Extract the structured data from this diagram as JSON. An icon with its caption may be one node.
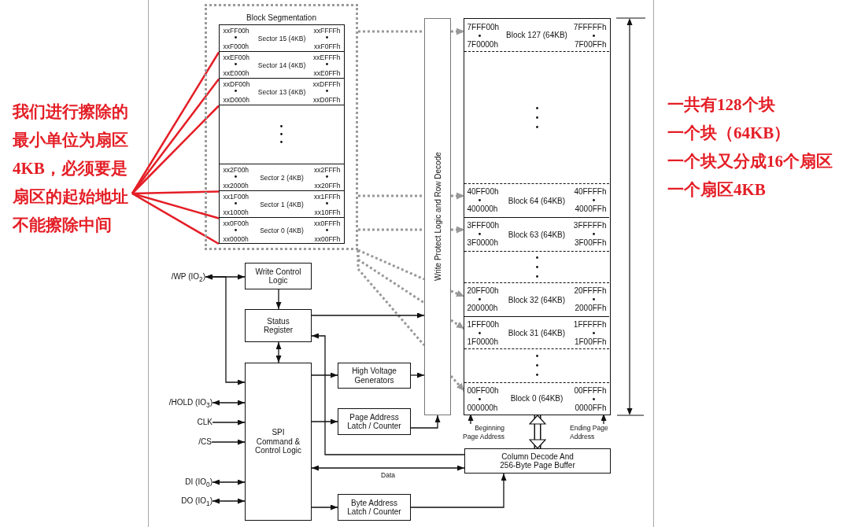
{
  "diagram": {
    "nodes": [
      {
        "text": [
          "Block Segmentation"
        ]
      },
      {
        "text": [
          "xxFF00h",
          "Sector 15 (4KB)",
          "xxFFFFh",
          "xxF000h",
          "xxF0FFh"
        ],
        "in": 0
      },
      {
        "text": [
          "xxEF00h",
          "Sector 14 (4KB)",
          "xxEFFFh",
          "xxE000h",
          "xxE0FFh"
        ],
        "in": 0
      },
      {
        "text": [
          "xxDF00h",
          "Sector 13 (4KB)",
          "xxDFFFh",
          "xxD000h",
          "xxD0FFh"
        ],
        "in": 0
      },
      {
        "text": [],
        "shape": "box",
        "in": 0
      },
      {
        "text": [
          "xx2F00h",
          "Sector 2 (4KB)",
          "xx2FFFh",
          "xx2000h",
          "xx20FFh"
        ],
        "in": 0
      },
      {
        "text": [
          "xx1F00h",
          "Sector 1 (4KB)",
          "xx1FFFh",
          "xx1000h",
          "xx10FFh"
        ],
        "in": 0
      },
      {
        "text": [
          "xx0F00h",
          "Sector 0 (4KB)",
          "xx0FFFh",
          "xx0000h",
          "xx00FFh"
        ],
        "in": 0
      },
      {
        "text": [
          "Write Protect Logic and Row Decode"
        ]
      },
      {
        "text": [],
        "shape": "box"
      },
      {
        "text": [
          "7FFF00h",
          "Block 127 (64KB)",
          "7FFFFFh",
          "7F0000h",
          "7F00FFh"
        ],
        "in": 9
      },
      {
        "text": [],
        "shape": "box",
        "in": 9
      },
      {
        "text": [
          "40FF00h",
          "Block 64 (64KB)",
          "40FFFFh",
          "400000h",
          "4000FFh"
        ],
        "in": 9
      },
      {
        "text": [
          "3FFF00h",
          "Block 63 (64KB)",
          "3FFFFFh",
          "3F0000h",
          "3F00FFh"
        ],
        "in": 9
      },
      {
        "text": [],
        "shape": "box",
        "in": 9
      },
      {
        "text": [
          "20FF00h",
          "Block 32 (64KB)",
          "20FFFFh",
          "200000h",
          "2000FFh"
        ],
        "in": 9
      },
      {
        "text": [
          "1FFF00h",
          "Block 31 (64KB)",
          "1FFFFFh",
          "1F0000h",
          "1F00FFh"
        ],
        "in": 9
      },
      {
        "text": [],
        "shape": "box",
        "in": 9
      },
      {
        "text": [
          "00FF00h",
          "Block 0 (64KB)",
          "00FFFFh",
          "000000h",
          "0000FFh"
        ],
        "in": 9
      },
      {
        "text": [
          "Write Control Logic"
        ]
      },
      {
        "text": [
          "Status Register"
        ]
      },
      {
        "text": [
          "SPI Command & Control Logic"
        ]
      },
      {
        "text": [
          "High Voltage Generators"
        ]
      },
      {
        "text": [
          "Page Address Latch / Counter"
        ]
      },
      {
        "text": [
          "Column Decode And 256-Byte Page Buffer"
        ]
      },
      {
        "text": [
          "Byte Address Latch / Counter"
        ]
      },
      {
        "text": [
          "/WP (IO$_{2}$)"
        ]
      },
      {
        "text": [
          "/HOLD (IO$_{3}$)"
        ]
      },
      {
        "text": [
          "CLK"
        ]
      },
      {
        "text": [
          "/CS"
        ]
      },
      {
        "text": [
          "DI (IO$_{0}$)"
        ]
      },
      {
        "text": [
          "DO (IO$_{1}$)"
        ]
      },
      {
        "text": [
          "Beginning Page Address"
        ]
      },
      {
        "text": [
          "Ending Page Address"
        ]
      },
      {
        "text": [
          "我们进行擦除的最小单位为扇区4KB，必须要是扇区的起始地址不能擦除中间"
        ]
      }
    ],
    "edges": [
      {
        "from": 0,
        "to": 8,
        "arrow": "none",
        "style": "dashed",
        "color": "#999999"
      },
      {
        "from": 0,
        "to": 8,
        "arrow": "none",
        "style": "dashed",
        "color": "#999999"
      },
      {
        "from": 0,
        "to": 8,
        "arrow": "none",
        "style": "dashed",
        "color": "#999999"
      },
      {
        "from": 0,
        "to": 8,
        "arrow": "none",
        "style": "dashed",
        "color": "#999999"
      },
      {
        "from": 0,
        "to": 8,
        "arrow": "none",
        "style": "dashed",
        "color": "#999999"
      },
      {
        "from": 0,
        "to": 8,
        "arrow": "none",
        "style": "dashed",
        "color": "#999999"
      },
      {
        "from": 8,
        "to": 10,
        "arrow": "to",
        "style": "dashed",
        "color": "#999999"
      },
      {
        "from": 8,
        "to": 12,
        "arrow": "to",
        "style": "dashed",
        "color": "#999999"
      },
      {
        "from": 8,
        "to": 13,
        "arrow": "to",
        "style": "dashed",
        "color": "#999999"
      },
      {
        "from": 8,
        "to": 15,
        "arrow": "to",
        "style": "dashed",
        "color": "#999999"
      },
      {
        "from": 8,
        "to": 16,
        "arrow": "to",
        "style": "dashed",
        "color": "#999999"
      },
      {
        "from": 8,
        "to": 18,
        "arrow": "to",
        "style": "dashed",
        "color": "#999999"
      },
      {
        "from": 26,
        "to": 19,
        "arrow": "both"
      },
      {
        "from": 26,
        "to": 21,
        "arrow": "both"
      },
      {
        "from": 27,
        "to": 21,
        "arrow": "both"
      },
      {
        "from": 28,
        "to": 21,
        "arrow": "to"
      },
      {
        "from": 29,
        "to": 21,
        "arrow": "to"
      },
      {
        "from": 30,
        "to": 21,
        "arrow": "both"
      },
      {
        "from": 31,
        "to": 21,
        "arrow": "both"
      },
      {
        "from": 19,
        "to": 20,
        "arrow": "to"
      },
      {
        "from": 20,
        "to": 21,
        "arrow": "both"
      },
      {
        "from": 20,
        "to": 8,
        "arrow": "to"
      },
      {
        "from": 21,
        "to": 22,
        "arrow": "to"
      },
      {
        "from": 22,
        "to": 8,
        "arrow": "to"
      },
      {
        "from": 21,
        "to": 23,
        "arrow": "to"
      },
      {
        "from": 23,
        "to": 8,
        "arrow": "to"
      },
      {
        "from": 21,
        "to": 25,
        "arrow": "to"
      },
      {
        "from": 25,
        "to": 24,
        "arrow": "to"
      },
      {
        "from": 24,
        "to": 20,
        "arrow": "to"
      },
      {
        "from": 21,
        "to": 24,
        "arrow": "both",
        "label": "Data"
      },
      {
        "from": 9,
        "to": 24,
        "arrow": "both",
        "style": "thick"
      },
      {
        "from": 32,
        "to": 18,
        "arrow": "to"
      },
      {
        "from": 33,
        "to": 18,
        "arrow": "to"
      },
      {
        "from": 34,
        "to": 1,
        "arrow": "none",
        "color": "#e41e26"
      },
      {
        "from": 34,
        "to": 2,
        "arrow": "none",
        "color": "#e41e26"
      },
      {
        "from": 34,
        "to": 3,
        "arrow": "none",
        "color": "#e41e26"
      },
      {
        "from": 34,
        "to": 5,
        "arrow": "none",
        "color": "#e41e26"
      },
      {
        "from": 34,
        "to": 6,
        "arrow": "none",
        "color": "#e41e26"
      },
      {
        "from": 34,
        "to": 7,
        "arrow": "none",
        "color": "#e41e26"
      }
    ],
    "labels": [
      "一共有128个块",
      "一个块（64KB）",
      "一个块又分成16个扇区",
      "一个扇区4KB"
    ]
  }
}
